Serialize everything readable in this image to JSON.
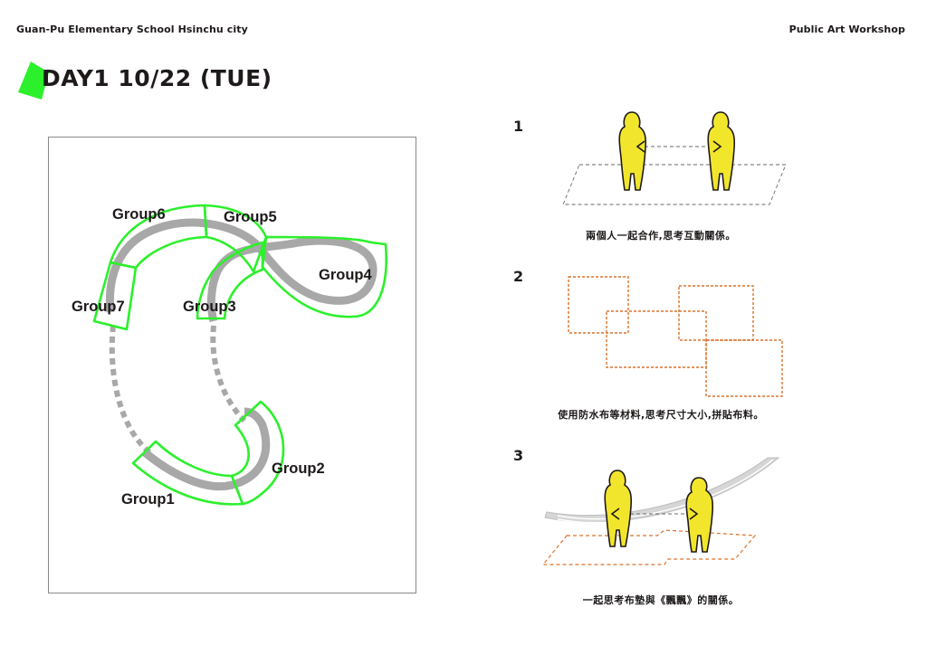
{
  "header": {
    "school": "Guan-Pu Elementary School Hsinchu city",
    "workshop": "Public Art Workshop"
  },
  "title": "DAY1 10/22 (TUE)",
  "colors": {
    "accent_green": "#2cf02c",
    "path_gray": "#a8a8a8",
    "figure_yellow": "#f2e62c",
    "fabric_orange": "#d9732e",
    "text": "#1e1a1a"
  },
  "groups": [
    "Group6",
    "Group5",
    "Group4",
    "Group7",
    "Group3",
    "Group2",
    "Group1"
  ],
  "steps": [
    {
      "number": "1",
      "caption": "兩個人一起合作,思考互動關係。"
    },
    {
      "number": "2",
      "caption": "使用防水布等材料,思考尺寸大小,拼貼布料。"
    },
    {
      "number": "3",
      "caption": "一起思考布墊與《飄飄》的關係。"
    }
  ]
}
